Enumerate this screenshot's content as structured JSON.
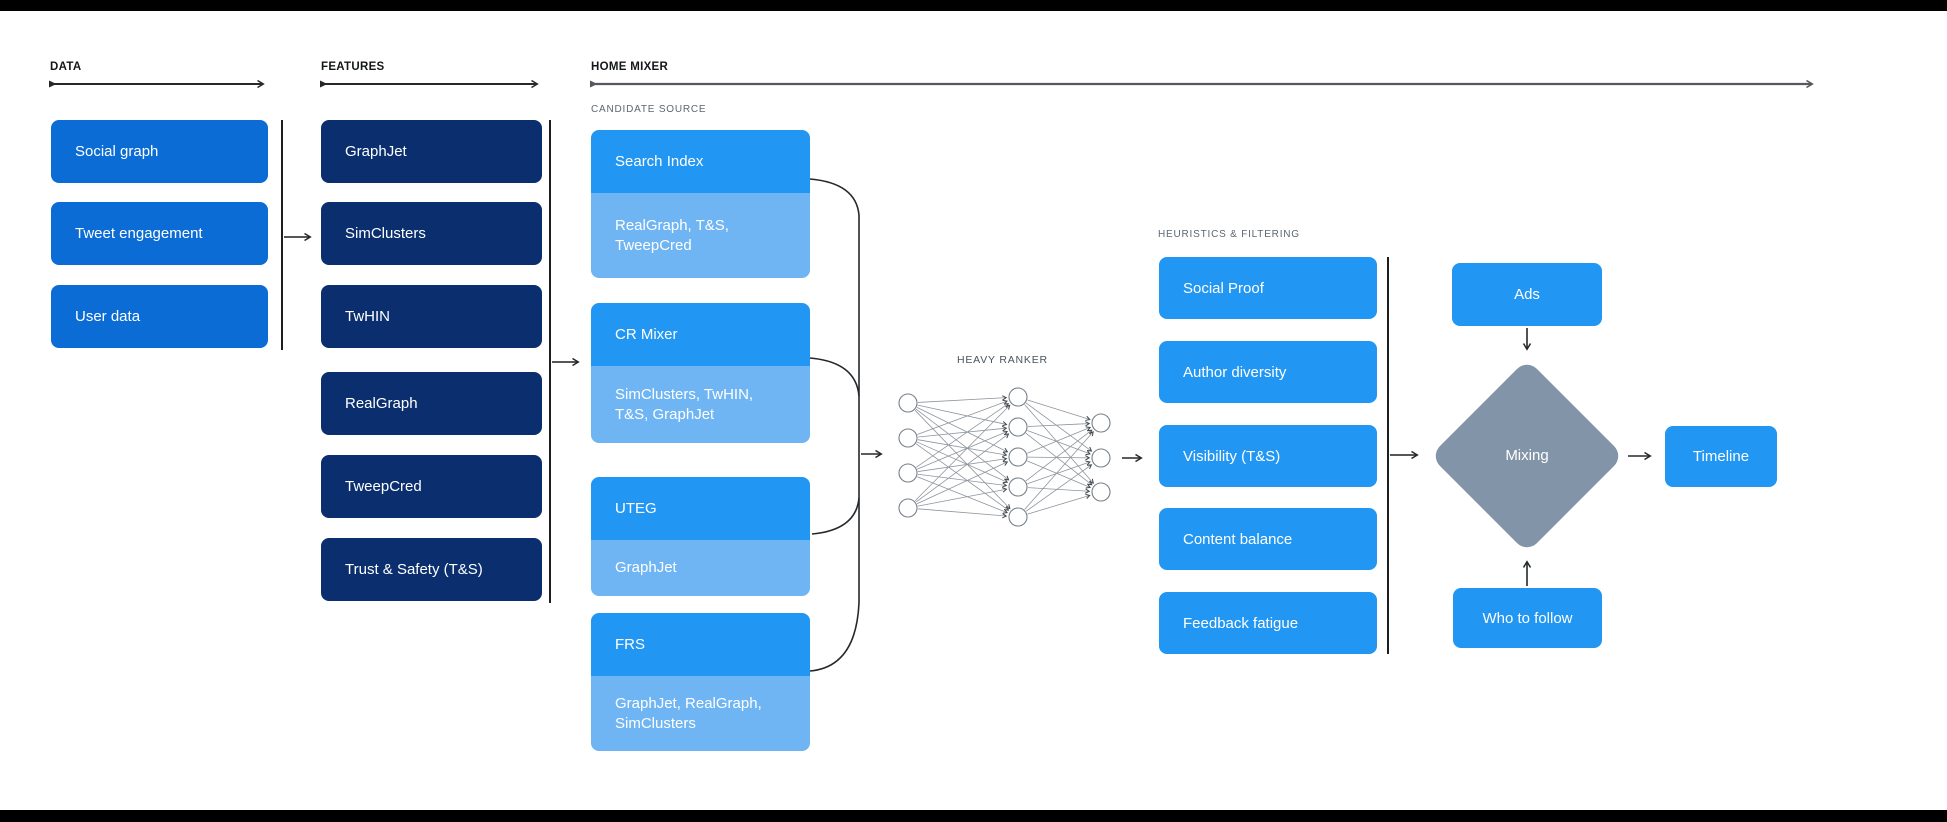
{
  "header": {
    "sections": [
      {
        "label": "DATA"
      },
      {
        "label": "FEATURES"
      },
      {
        "label": "HOME MIXER"
      }
    ]
  },
  "data_column": {
    "items": [
      "Social graph",
      "Tweet engagement",
      "User data"
    ]
  },
  "features_column": {
    "items": [
      "GraphJet",
      "SimClusters",
      "TwHIN",
      "RealGraph",
      "TweepCred",
      "Trust & Safety (T&S)"
    ]
  },
  "candidate_source": {
    "label": "CANDIDATE SOURCE",
    "groups": [
      {
        "name": "Search Index",
        "features": "RealGraph, T&S, TweepCred"
      },
      {
        "name": "CR Mixer",
        "features": "SimClusters, TwHIN, T&S, GraphJet"
      },
      {
        "name": "UTEG",
        "features": "GraphJet"
      },
      {
        "name": "FRS",
        "features": "GraphJet, RealGraph, SimClusters"
      }
    ]
  },
  "heavy_ranker": {
    "label": "HEAVY RANKER"
  },
  "heuristics": {
    "label": "HEURISTICS & FILTERING",
    "items": [
      "Social Proof",
      "Author diversity",
      "Visibility (T&S)",
      "Content balance",
      "Feedback fatigue"
    ]
  },
  "mixing": {
    "ads": "Ads",
    "diamond": "Mixing",
    "who_to_follow": "Who to follow",
    "timeline": "Timeline"
  },
  "colors": {
    "box-blue": "#0a6cd4",
    "box-navy": "#0b2f6e",
    "box-bright": "#2196f3",
    "box-light": "#6fb5f3",
    "diamond-slate": "#8294a7",
    "label-gray": "#5b6772",
    "header-dark": "#14171a"
  }
}
